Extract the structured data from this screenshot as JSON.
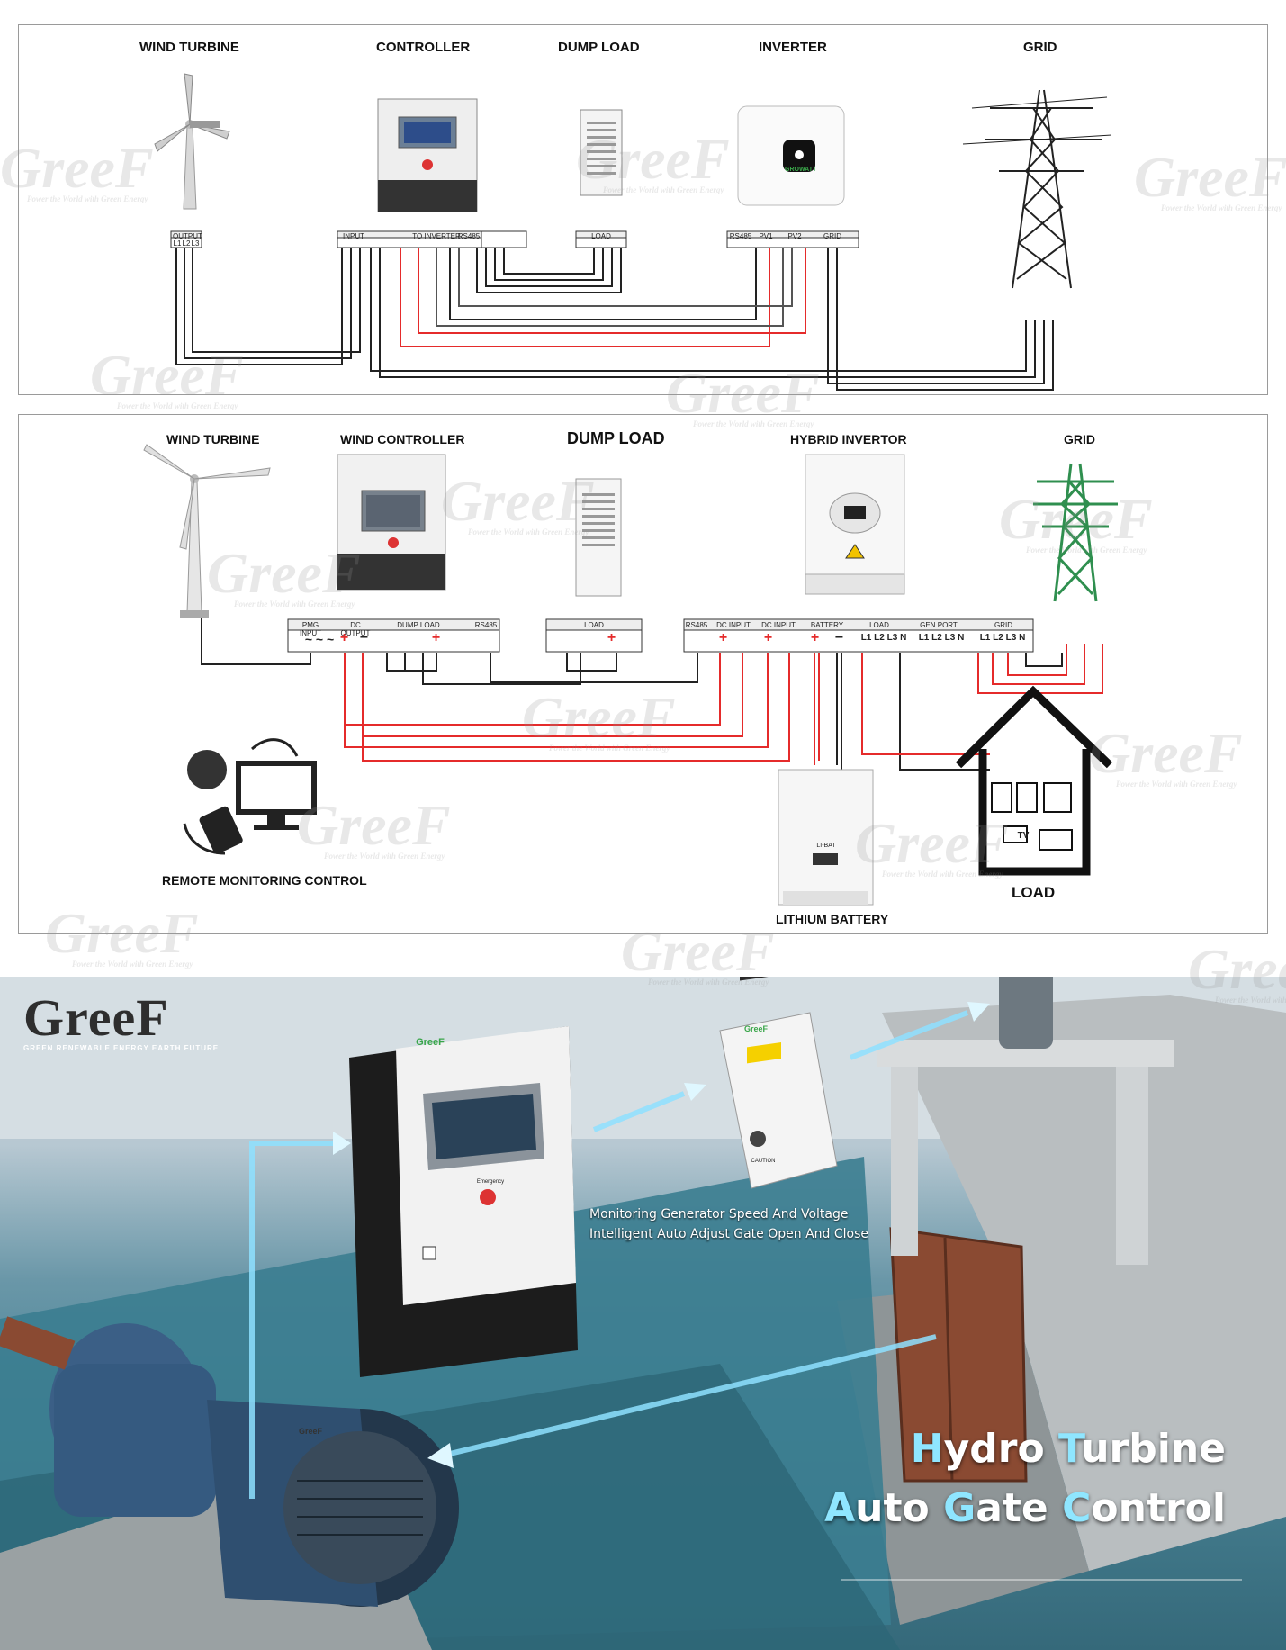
{
  "diagram1": {
    "labels": {
      "wind_turbine": "WIND TURBINE",
      "controller": "CONTROLLER",
      "dump_load": "DUMP LOAD",
      "inverter": "INVERTER",
      "grid": "GRID"
    },
    "terminals": {
      "output": "OUTPUT",
      "l1": "L1",
      "l2": "L2",
      "l3": "L3",
      "input": "INPUT",
      "to_inverter": "TO INVERTER",
      "rs485": "RS485",
      "load": "LOAD",
      "pv1": "PV1",
      "pv2": "PV2",
      "grid": "GRID"
    },
    "inverter_brand": "GROWATT"
  },
  "diagram2": {
    "labels": {
      "wind_turbine": "WIND TURBINE",
      "wind_controller": "WIND CONTROLLER",
      "dump_load": "DUMP LOAD",
      "hybrid_invertor": "HYBRID INVERTOR",
      "grid": "GRID",
      "remote_monitoring": "REMOTE MONITORING CONTROL",
      "lithium_battery": "LITHIUM BATTERY",
      "load": "LOAD"
    },
    "terminals": {
      "pmg_input": "PMG INPUT",
      "dc_output": "DC OUTPUT",
      "dump_load": "DUMP LOAD",
      "rs485": "RS485",
      "load_block": "LOAD",
      "rs485_b": "RS485",
      "dc_input": "DC INPUT",
      "dc_input_b": "DC INPUT",
      "battery": "BATTERY",
      "load_c": "LOAD",
      "gen_port": "GEN PORT",
      "grid": "GRID",
      "l1": "L1",
      "l2": "L2",
      "l3": "L3",
      "n": "N",
      "plus": "+",
      "minus": "−",
      "ac": "~"
    },
    "house_tv": "TV",
    "battery_brand": "LI-BAT"
  },
  "scene": {
    "brand_name": "GreeF",
    "brand_tagline": "GREEN RENEWABLE ENERGY EARTH FUTURE",
    "caption_line1": "Monitoring Generator Speed And Voltage",
    "caption_line2": "Intelligent Auto Adjust Gate Open And Close",
    "title_line1": "Hydro Turbine",
    "title_line2": "Auto Gate Control",
    "controller_brand": "GreeF",
    "emergency_label": "Emergency",
    "vfd_brand": "GreeF",
    "vfd_caution": "CAUTION",
    "motor_brand": "GreeF"
  },
  "watermark": {
    "name": "GreeF",
    "tagline": "Power the World with Green Energy"
  },
  "colors": {
    "wire_red": "#e52b2b",
    "wire_black": "#222222",
    "brand_green": "#3aa64a",
    "arrow_blue": "#6fd0ff"
  }
}
